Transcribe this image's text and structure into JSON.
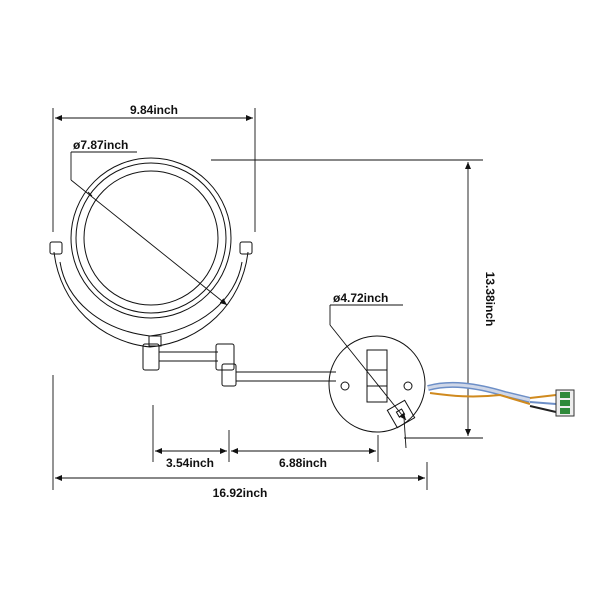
{
  "diagram": {
    "dimensions": {
      "overall_mirror_width": "9.84inch",
      "mirror_diameter": "ø7.87inch",
      "plate_diameter": "ø4.72inch",
      "total_height": "13.38inch",
      "arm_short": "3.54inch",
      "arm_long": "6.88inch",
      "total_extension": "16.92inch"
    }
  },
  "colors": {
    "line": "#111111",
    "wire_orange": "#d08a1e",
    "wire_blue": "#6d8fc7",
    "wire_black": "#222222",
    "connector_green": "#2f8a3a"
  }
}
